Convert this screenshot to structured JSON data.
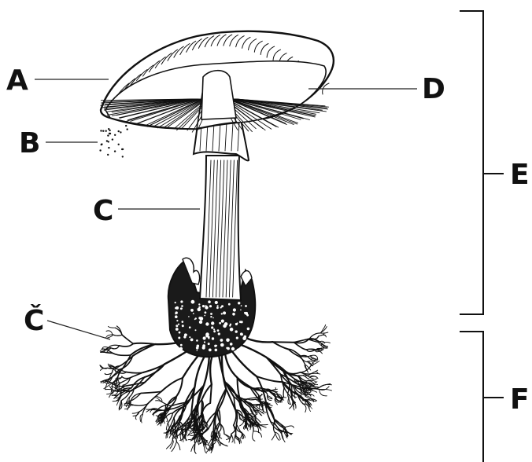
{
  "labels": {
    "a": "A",
    "b": "B",
    "c": "C",
    "c_caron": "Č",
    "d": "D",
    "e": "E",
    "f": "F"
  },
  "colors": {
    "ink": "#111111",
    "paper": "#ffffff"
  }
}
